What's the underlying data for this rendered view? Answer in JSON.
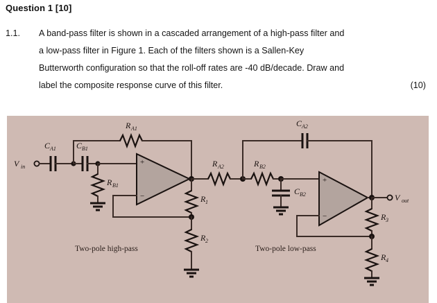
{
  "question": {
    "title": "Question 1 [10]",
    "number": "1.1.",
    "paragraph_lines": [
      "A band-pass filter is shown in a cascaded arrangement of a high-pass filter and",
      "a low-pass filter in Figure 1. Each of the filters shown is a Sallen-Key",
      "Butterworth configuration so that the roll-off rates are -40 dB/decade. Draw and",
      "label the composite response curve of this filter."
    ],
    "marks": "(10)"
  },
  "figure": {
    "background_color": "#cfbab3",
    "wire_color": "#3a2b26",
    "opamp_fill": "#b3a49e",
    "captions": {
      "high_pass": "Two-pole high-pass",
      "low_pass": "Two-pole low-pass"
    },
    "terminals": {
      "input": "V",
      "input_sub": "in",
      "output": "V",
      "output_sub": "out"
    },
    "opamp_signs": {
      "plus": "+",
      "minus": "−"
    },
    "components": [
      {
        "id": "CA1",
        "base": "C",
        "sub": "A1",
        "type": "capacitor"
      },
      {
        "id": "CB1",
        "base": "C",
        "sub": "B1",
        "type": "capacitor"
      },
      {
        "id": "RA1",
        "base": "R",
        "sub": "A1",
        "type": "resistor"
      },
      {
        "id": "RB1",
        "base": "R",
        "sub": "B1",
        "type": "resistor"
      },
      {
        "id": "R1",
        "base": "R",
        "sub": "1",
        "type": "resistor"
      },
      {
        "id": "R2",
        "base": "R",
        "sub": "2",
        "type": "resistor"
      },
      {
        "id": "RA2",
        "base": "R",
        "sub": "A2",
        "type": "resistor"
      },
      {
        "id": "RB2",
        "base": "R",
        "sub": "B2",
        "type": "resistor"
      },
      {
        "id": "CA2",
        "base": "C",
        "sub": "A2",
        "type": "capacitor"
      },
      {
        "id": "CB2",
        "base": "C",
        "sub": "B2",
        "type": "capacitor"
      },
      {
        "id": "R3",
        "base": "R",
        "sub": "3",
        "type": "resistor"
      },
      {
        "id": "R4",
        "base": "R",
        "sub": "4",
        "type": "resistor"
      }
    ]
  }
}
